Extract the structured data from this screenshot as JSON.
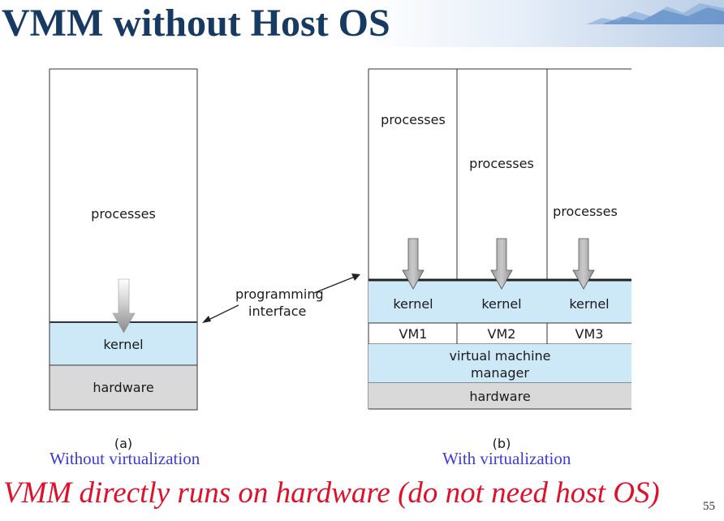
{
  "slide": {
    "title": "VMM without Host OS",
    "page_number": "55",
    "bottom_note": "VMM directly runs on hardware (do not need host OS)"
  },
  "diagram_a": {
    "processes": "processes",
    "kernel": "kernel",
    "hardware": "hardware",
    "label": "(a)",
    "caption": "Without virtualization"
  },
  "pointer": {
    "line1": "programming",
    "line2": "interface"
  },
  "diagram_b": {
    "vms": [
      {
        "processes": "processes",
        "kernel": "kernel",
        "vm": "VM1"
      },
      {
        "processes": "processes",
        "kernel": "kernel",
        "vm": "VM2"
      },
      {
        "processes": "processes",
        "kernel": "kernel",
        "vm": "VM3"
      }
    ],
    "vmm_line1": "virtual machine",
    "vmm_line2": "manager",
    "hardware": "hardware",
    "label": "(b)",
    "caption": "With virtualization"
  },
  "colors": {
    "title": "#173a63",
    "kernel_fill": "#cde9f8",
    "hardware_fill": "#d9d9d9",
    "caption": "#3b3bd6",
    "note": "#e0102a"
  }
}
